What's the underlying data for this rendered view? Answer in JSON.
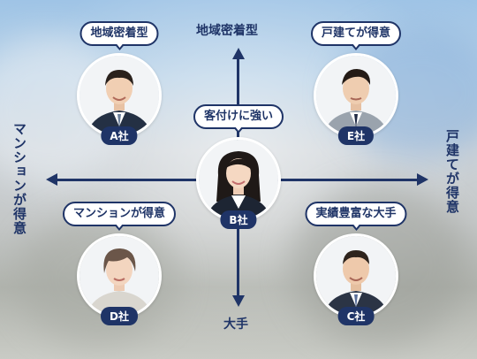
{
  "axes": {
    "top": "地域密着型",
    "bottom": "大手",
    "left": "マンションが得意",
    "right": "戸建てが得意"
  },
  "colors": {
    "navy": "#1f3467",
    "white": "#ffffff"
  },
  "companies": [
    {
      "name": "A社",
      "tag": "地域密着型",
      "photo_icon": "man-business-suit-portrait-icon"
    },
    {
      "name": "B社",
      "tag": "客付けに強い",
      "photo_icon": "woman-business-suit-portrait-icon"
    },
    {
      "name": "C社",
      "tag": "実績豊富な大手",
      "photo_icon": "man-business-suit-portrait-icon"
    },
    {
      "name": "D社",
      "tag": "マンションが得意",
      "photo_icon": "woman-short-hair-portrait-icon"
    },
    {
      "name": "E社",
      "tag": "戸建てが得意",
      "photo_icon": "man-business-suit-portrait-icon"
    }
  ]
}
